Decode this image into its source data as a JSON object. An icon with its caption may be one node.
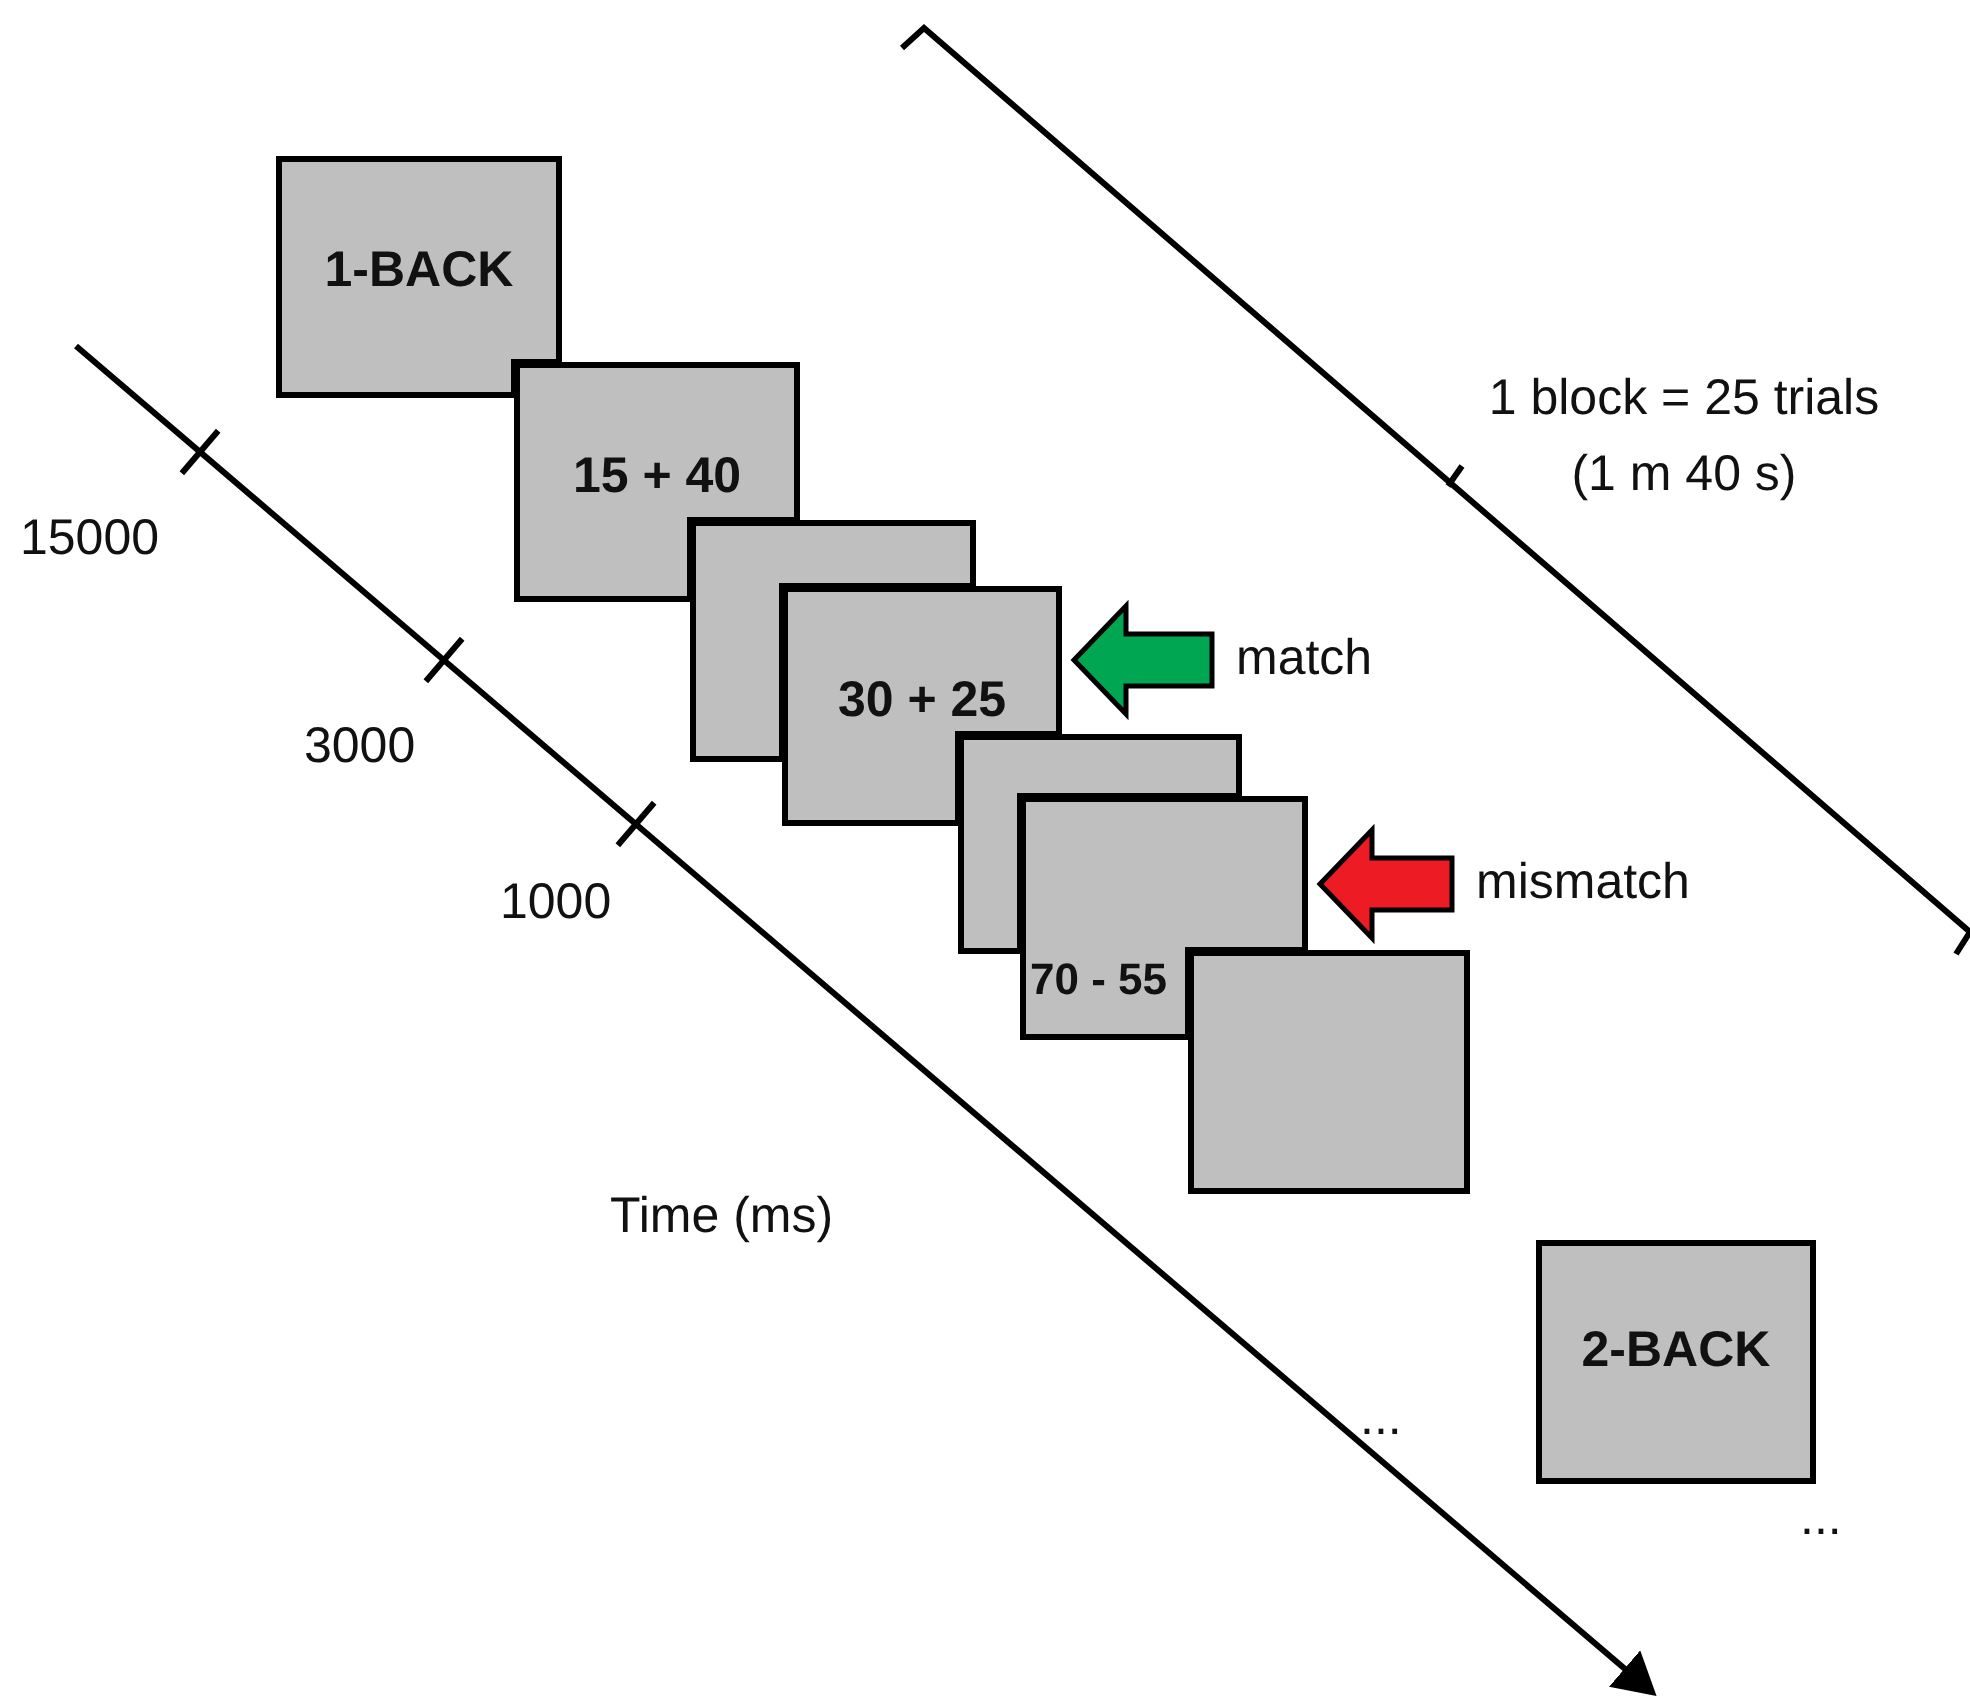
{
  "diagram": {
    "nodes": [
      {
        "text": [
          "1-BACK"
        ]
      },
      {
        "text": [
          "15 + 40"
        ]
      },
      {
        "text": [],
        "shape": "box"
      },
      {
        "text": [
          "30 + 25"
        ]
      },
      {
        "text": [],
        "shape": "box"
      },
      {
        "text": [
          "70 - 55"
        ]
      },
      {
        "text": [],
        "shape": "box"
      },
      {
        "text": [
          "2-BACK"
        ]
      }
    ],
    "edges": [
      {
        "from": null,
        "to": 3,
        "arrow": "to",
        "label": "match",
        "style": "thick",
        "color": "#00a651"
      },
      {
        "from": null,
        "to": 5,
        "arrow": "to",
        "label": "mismatch",
        "style": "thick",
        "color": "#ed1c24"
      }
    ],
    "labels": [
      "1 block = 25 trials (1 m 40 s)",
      "15000",
      "3000",
      "1000",
      "Time (ms)",
      "...",
      "..."
    ]
  }
}
